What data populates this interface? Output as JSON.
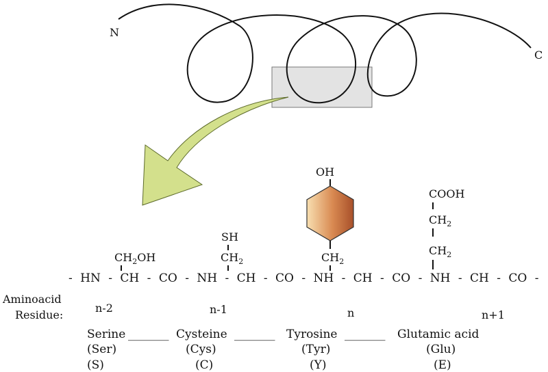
{
  "protein": {
    "n_terminus": "N",
    "c_terminus": "C"
  },
  "backbone": {
    "segments": [
      "-",
      "HN",
      "-",
      "CH",
      "-",
      "CO",
      "-",
      "NH",
      "-",
      "CH",
      "-",
      "CO",
      "-",
      "NH",
      "-",
      "CH",
      "-",
      "CO",
      "-",
      "NH",
      "-",
      "CH",
      "-",
      "CO",
      "-"
    ]
  },
  "side_chains": {
    "serine": {
      "main": "CH",
      "sub": "2",
      "tail": "OH"
    },
    "cysteine": {
      "top": "SH",
      "main": "CH",
      "sub": "2"
    },
    "tyrosine": {
      "top": "OH",
      "main": "CH",
      "sub": "2"
    },
    "glutamic_acid": {
      "top": "COOH",
      "mid_main": "CH",
      "mid_sub": "2",
      "low_main": "CH",
      "low_sub": "2"
    }
  },
  "residue_label": {
    "line1": "Aminoacid",
    "line2": "Residue:"
  },
  "positions": [
    "n-2",
    "n-1",
    "n",
    "n+1"
  ],
  "residues": [
    {
      "name": "Serine",
      "three": "(Ser)",
      "one": "(S)"
    },
    {
      "name": "Cysteine",
      "three": "(Cys)",
      "one": "(C)"
    },
    {
      "name": "Tyrosine",
      "three": "(Tyr)",
      "one": "(Y)"
    },
    {
      "name": "Glutamic acid",
      "three": "(Glu)",
      "one": "(E)"
    }
  ],
  "connector": "_______",
  "colors": {
    "arrow_fill": "#d3e08c",
    "highlight_box": "#e3e3e3",
    "ring_light": "#f8dfb1",
    "ring_dark": "#a8502a"
  }
}
